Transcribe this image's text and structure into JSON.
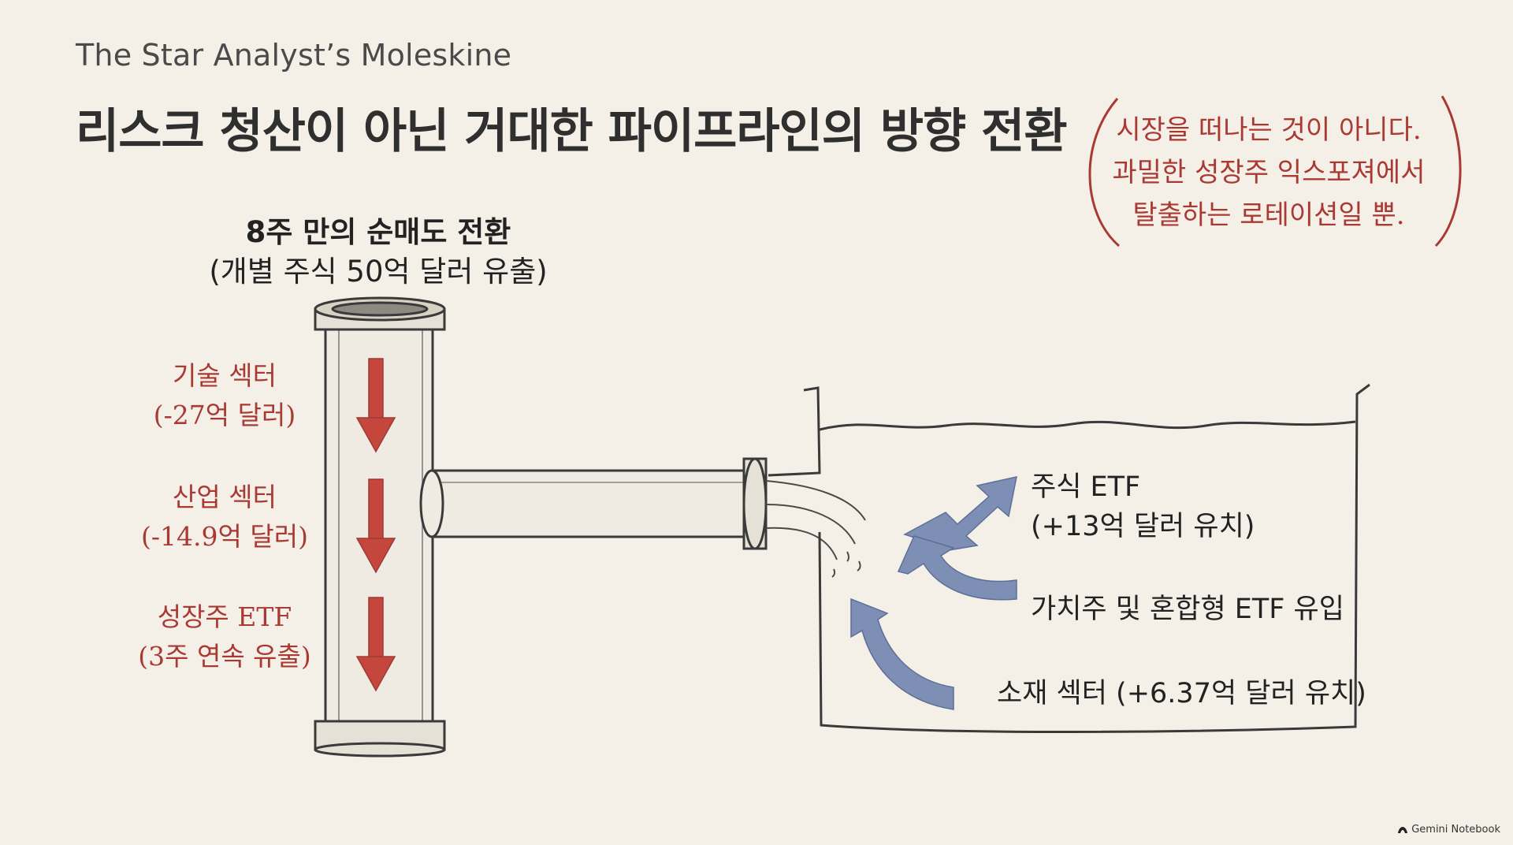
{
  "header": {
    "subtitle": "The Star Analyst’s Moleskine",
    "title": "리스크 청산이 아닌 거대한 파이프라인의 방향 전환"
  },
  "quote": {
    "line1": "시장을 떠나는 것이 아니다.",
    "line2": "과밀한 성장주 익스포져에서",
    "line3": "탈출하는 로테이션일 뿐."
  },
  "pipe": {
    "heading": "8주 만의 순매도 전환",
    "subheading": "(개별 주식 50억 달러 유출)",
    "outflows": [
      {
        "label": "기술 섹터",
        "value": "(-27억 달러)"
      },
      {
        "label": "산업 섹터",
        "value": "(-14.9억 달러)"
      },
      {
        "label": "성장주 ETF",
        "value": "(3주 연속 유출)"
      }
    ]
  },
  "tank": {
    "inflows": [
      {
        "label": "주식 ETF",
        "value": "(+13억 달러 유치)"
      },
      {
        "label": "가치주 및 혼합형 ETF 유입"
      },
      {
        "label": "소재 섹터 (+6.37억 달러 유치)"
      }
    ]
  },
  "footer": {
    "icon": "gemini-notebook-icon",
    "brand": "Gemini Notebook"
  },
  "colors": {
    "background": "#f4f0e8",
    "outflow_red": "#c4463c",
    "inflow_blue": "#7d8fb5",
    "ink": "#3a3a3a"
  }
}
